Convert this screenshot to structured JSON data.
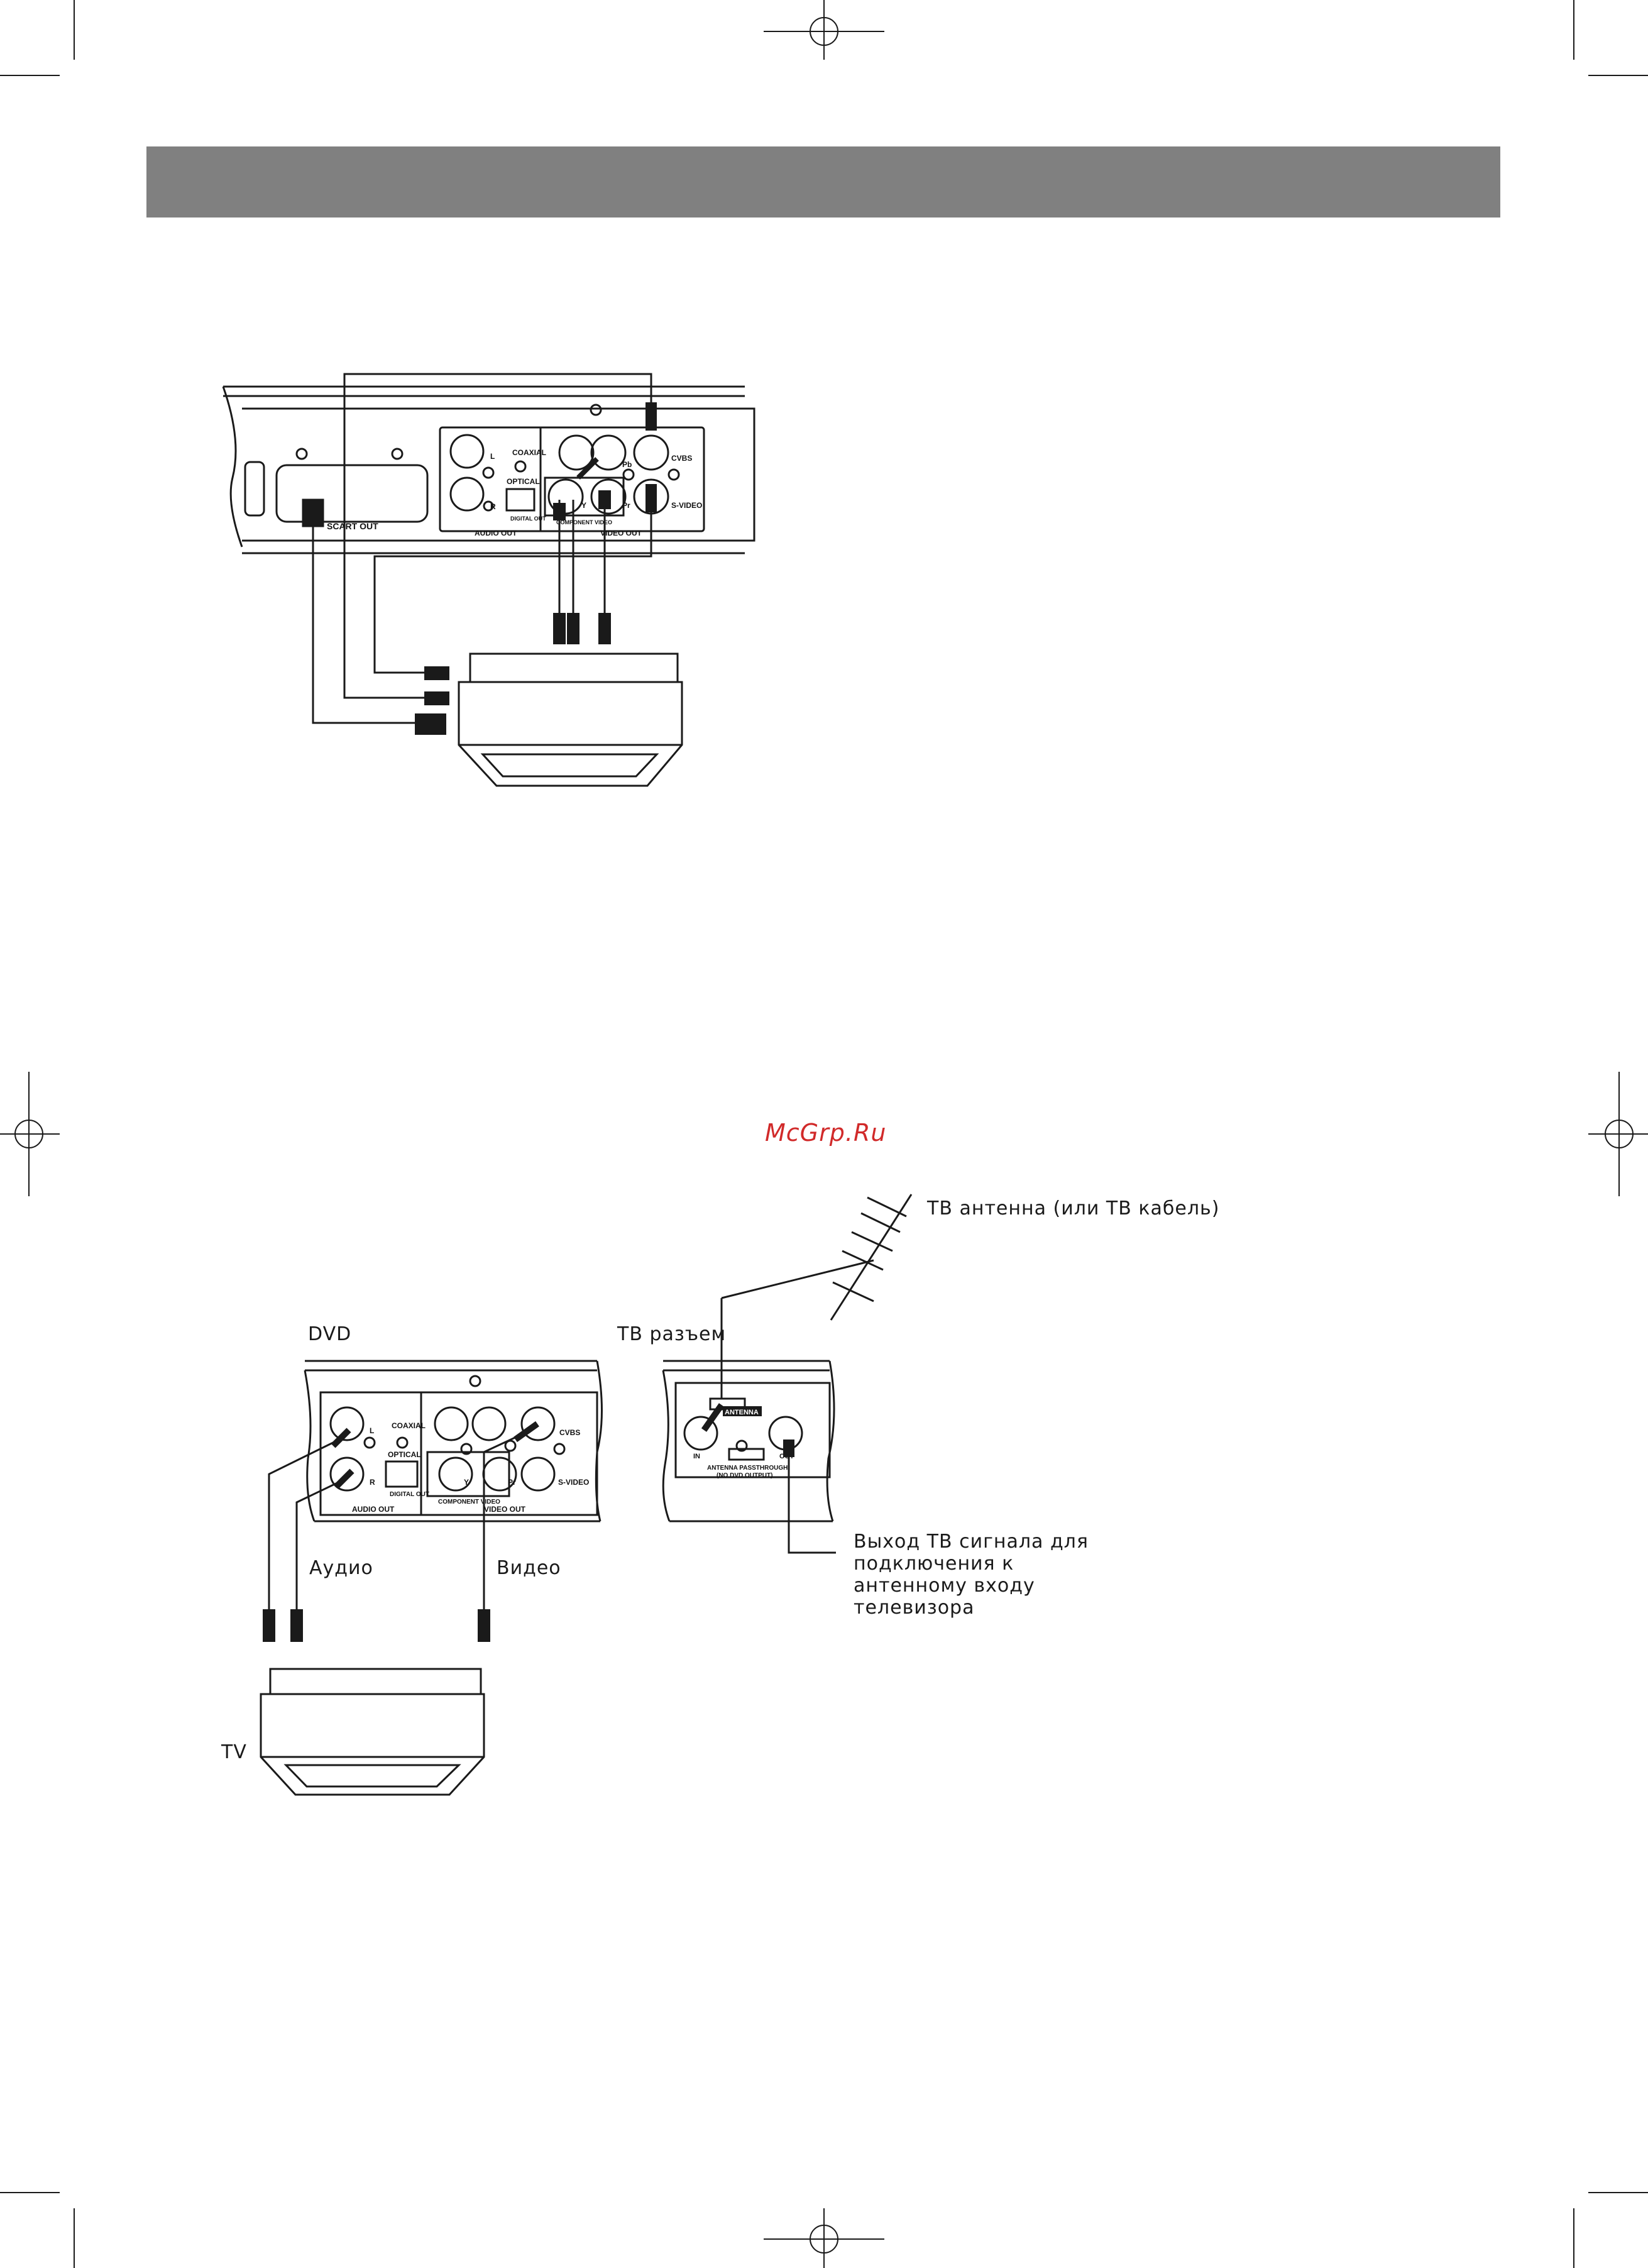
{
  "watermark": "McGrp.Ru",
  "diagram1": {
    "scart_out": "SCART OUT",
    "coaxial": "COAXIAL",
    "optical": "OPTICAL",
    "digital_out": "DIGITAL OUT",
    "audio_out": "AUDIO OUT",
    "video_out": "VIDEO OUT",
    "component_video": "COMPONENT VIDEO",
    "l": "L",
    "r": "R",
    "pb": "Pb",
    "pr": "Pr",
    "y": "Y",
    "cvbs": "CVBS",
    "s_video": "S-VIDEO"
  },
  "diagram2": {
    "antenna_label": "ТВ антенна (или ТВ кабель)",
    "dvd_label": "DVD",
    "tv_socket_label": "ТВ разъем",
    "audio_label": "Аудио",
    "video_label": "Видео",
    "tv_label": "TV",
    "tv_output_note": "Выход ТВ сигнала для подключения к антенному входу телевизора",
    "antenna": "ANTENNA",
    "in": "IN",
    "out": "OUT",
    "passthrough": "ANTENNA PASSTHROUGH",
    "no_dvd_output": "(NO DVD OUTPUT)",
    "coaxial": "COAXIAL",
    "optical": "OPTICAL",
    "digital_out": "DIGITAL OUT",
    "audio_out": "AUDIO OUT",
    "video_out": "VIDEO OUT",
    "component_video": "COMPONENT VIDEO",
    "l": "L",
    "r": "R",
    "y": "Y",
    "pr": "Pr",
    "cvbs": "CVBS",
    "s_video": "S-VIDEO"
  },
  "colors": {
    "header_bar": "#808080",
    "watermark": "#d12a2a",
    "line": "#1a1a1a"
  }
}
